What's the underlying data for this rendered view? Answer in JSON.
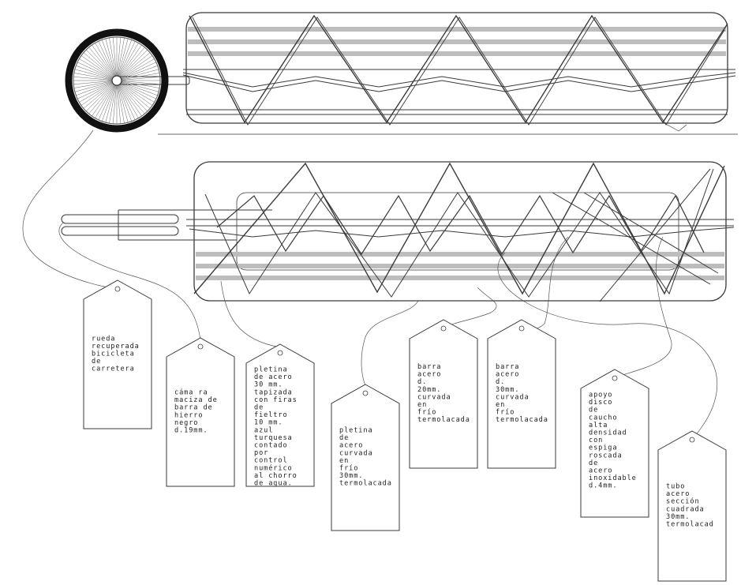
{
  "colors": {
    "ink": "#3a3a3a",
    "felt_stripe": "#bdbdbd",
    "tyre": "#111111",
    "paper": "#ffffff"
  },
  "components": {
    "wheel": {
      "icon": "bicycle-wheel-icon"
    },
    "frames": [
      {
        "name": "top-truss-frame",
        "icon": "steel-zigzag-frame-icon"
      },
      {
        "name": "bottom-truss-frame",
        "icon": "steel-zigzag-frame-icon"
      }
    ]
  },
  "labels": [
    {
      "id": "wheel",
      "lines": [
        "rueda",
        "recuperada",
        "bicicleta",
        "de",
        "carretera"
      ]
    },
    {
      "id": "axle-bar",
      "lines": [
        "cáma ra",
        "maciza de",
        "barra de",
        "hierro",
        "negro",
        "d.19mm."
      ]
    },
    {
      "id": "felt-strip",
      "lines": [
        "pletina",
        "de acero",
        "30 mm.",
        "tapizada",
        "con firas",
        "de",
        "fieltro",
        "10 mm.",
        "azul",
        "turquesa",
        "contado",
        "por",
        "control",
        "numérico",
        "al chorro",
        "de agua."
      ]
    },
    {
      "id": "flat-bar",
      "lines": [
        "pletina",
        "de",
        "acero",
        "curvada",
        "en",
        "frío",
        "30mm.",
        "termolacada"
      ]
    },
    {
      "id": "bar-20",
      "lines": [
        "barra",
        "acero",
        "d.",
        "20mm.",
        "curvada",
        "en",
        "frío",
        "termolacada"
      ]
    },
    {
      "id": "bar-30",
      "lines": [
        "barra",
        "acero",
        "d.",
        "30mm.",
        "curvada",
        "en",
        "frío",
        "termolacada"
      ]
    },
    {
      "id": "rubber-foot",
      "lines": [
        "apoyo",
        "disco",
        "de",
        "caucho",
        "alta",
        "densidad",
        "con",
        "espiga",
        "roscada",
        "de",
        "acero",
        "inoxidable",
        "d.4mm."
      ]
    },
    {
      "id": "square-tube",
      "lines": [
        "tubo",
        "acero",
        "sección",
        "cuadrada",
        "30mm.",
        "termolacad"
      ]
    }
  ]
}
